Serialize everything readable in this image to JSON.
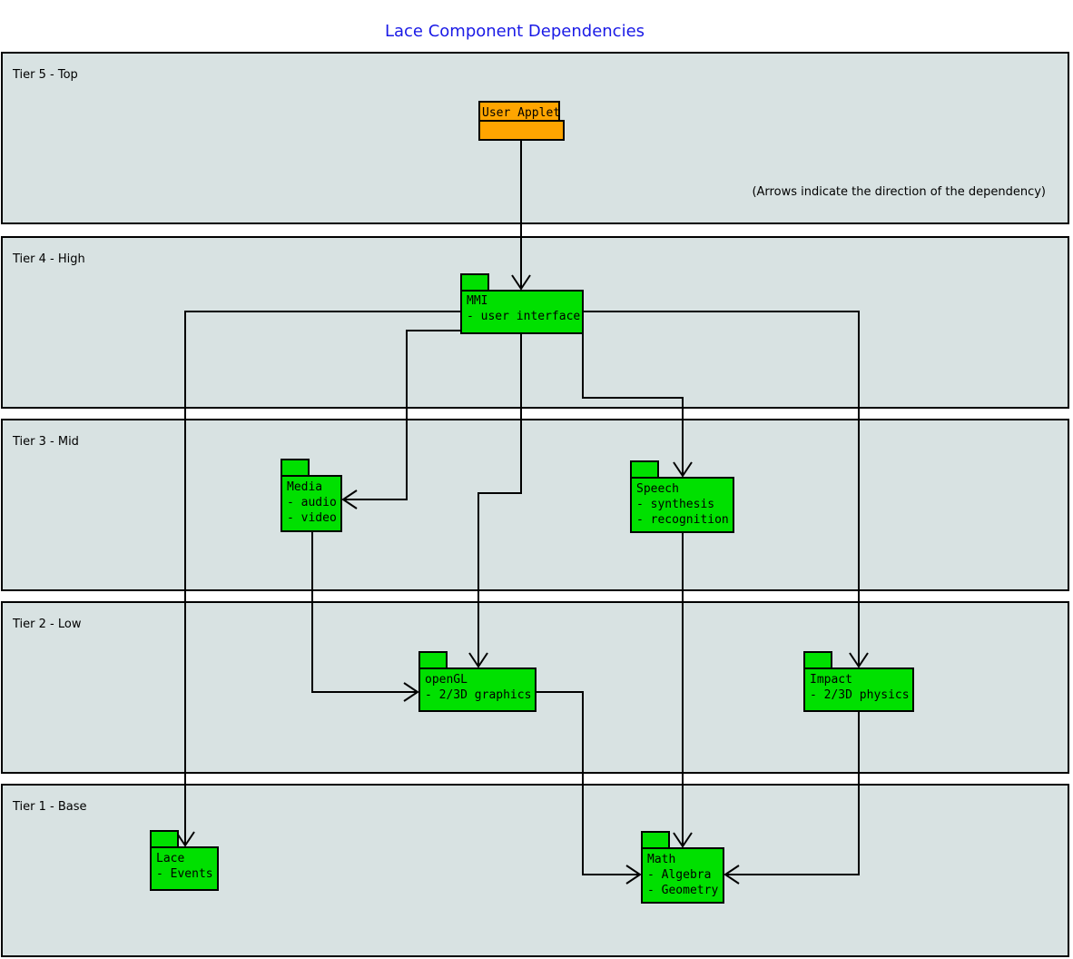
{
  "title": "Lace Component Dependencies",
  "note": "(Arrows indicate the direction of the dependency)",
  "tiers": [
    {
      "label": "Tier 5 - Top"
    },
    {
      "label": "Tier 4 - High"
    },
    {
      "label": "Tier 3 - Mid"
    },
    {
      "label": "Tier 2 - Low"
    },
    {
      "label": "Tier 1 - Base"
    }
  ],
  "components": {
    "user_applet": {
      "name": "User Applet",
      "details": []
    },
    "mmi": {
      "name": "MMI",
      "details": [
        "- user interface"
      ]
    },
    "media": {
      "name": "Media",
      "details": [
        "- audio",
        "- video"
      ]
    },
    "speech": {
      "name": "Speech",
      "details": [
        "- synthesis",
        "- recognition"
      ]
    },
    "opengl": {
      "name": "openGL",
      "details": [
        "- 2/3D graphics"
      ]
    },
    "impact": {
      "name": "Impact",
      "details": [
        "- 2/3D physics"
      ]
    },
    "lace": {
      "name": "Lace",
      "details": [
        "- Events"
      ]
    },
    "math": {
      "name": "Math",
      "details": [
        "- Algebra",
        "- Geometry"
      ]
    }
  },
  "edges": [
    {
      "from": "User Applet",
      "to": "MMI"
    },
    {
      "from": "MMI",
      "to": "Lace"
    },
    {
      "from": "MMI",
      "to": "Media"
    },
    {
      "from": "MMI",
      "to": "openGL"
    },
    {
      "from": "MMI",
      "to": "Speech"
    },
    {
      "from": "MMI",
      "to": "Impact"
    },
    {
      "from": "Media",
      "to": "openGL"
    },
    {
      "from": "Speech",
      "to": "Math"
    },
    {
      "from": "openGL",
      "to": "Math"
    },
    {
      "from": "Impact",
      "to": "Math"
    }
  ],
  "colors": {
    "component_fill": "#00e000",
    "applet_fill": "#ffa500",
    "tier_fill": "#d8e2e2",
    "title_color": "#1a1ae6",
    "line_color": "#000000"
  }
}
